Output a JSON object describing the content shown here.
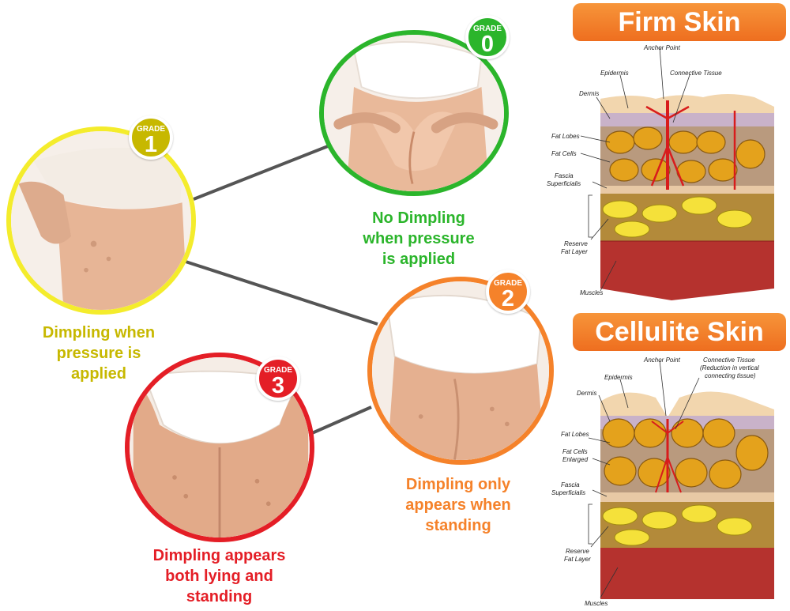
{
  "grades": [
    {
      "label": "GRADE",
      "number": "0",
      "caption_lines": [
        "No Dimpling",
        "when pressure",
        "is applied"
      ],
      "color": "#2bb52b"
    },
    {
      "label": "GRADE",
      "number": "1",
      "caption_lines": [
        "Dimpling when",
        "pressure is",
        "applied"
      ],
      "color": "#c7b800"
    },
    {
      "label": "GRADE",
      "number": "2",
      "caption_lines": [
        "Dimpling only",
        "appears when",
        "standing"
      ],
      "color": "#f5822a"
    },
    {
      "label": "GRADE",
      "number": "3",
      "caption_lines": [
        "Dimpling appears",
        "both lying and",
        "standing"
      ],
      "color": "#e41e26"
    }
  ],
  "panels": [
    {
      "title": "Firm Skin",
      "labels": {
        "anchor": "Anchor Point",
        "connective": "Connective Tissue",
        "epidermis": "Epidermis",
        "dermis": "Dermis",
        "fat_lobes": "Fat Lobes",
        "fat_cells": "Fat Cells",
        "fascia_1": "Fascia",
        "fascia_2": "Superficialis",
        "reserve_1": "Reserve",
        "reserve_2": "Fat Layer",
        "muscles": "Muscles"
      }
    },
    {
      "title": "Cellulite Skin",
      "labels": {
        "anchor": "Anchor Point",
        "connective": "Connective Tissue",
        "connective_note_1": "(Reduction in vertical",
        "connective_note_2": "connecting tissue)",
        "epidermis": "Epidermis",
        "dermis": "Dermis",
        "fat_lobes": "Fat Lobes",
        "fat_cells_1": "Fat Cells",
        "fat_cells_2": "Enlarged",
        "fascia_1": "Fascia",
        "fascia_2": "Superficialis",
        "reserve_1": "Reserve",
        "reserve_2": "Fat Layer",
        "muscles": "Muscles"
      }
    }
  ]
}
